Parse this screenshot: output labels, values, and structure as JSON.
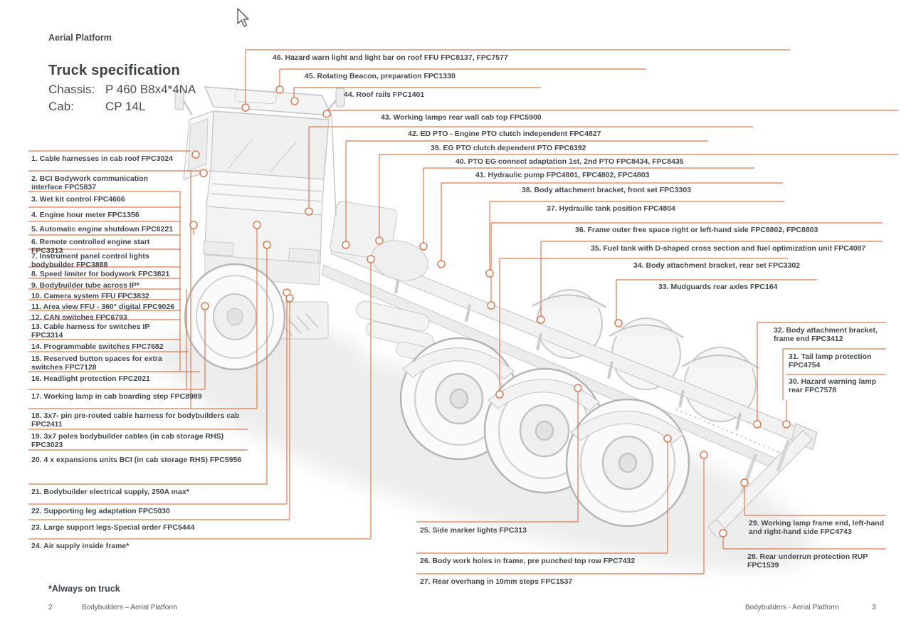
{
  "page": {
    "brand": "Aerial Platform",
    "title": "Truck specification",
    "chassis_label": "Chassis:",
    "chassis_value": "P 460 B8x4*4NA",
    "cab_label": "Cab:",
    "cab_value": "CP 14L",
    "footnote": "*Always on truck",
    "accent_color": "#e07a52",
    "text_color": "#43484c"
  },
  "footer": {
    "left_page": "2",
    "left_text": "Bodybuilders – Aerial Platform",
    "right_text": "Bodybuilders - Aerial Platform",
    "right_page": "3"
  },
  "icons": {
    "cursor": "mouse-arrow-pointer"
  },
  "callouts": {
    "1": "1. Cable harnesses in cab roof FPC3024",
    "2": "2. BCI Bodywork communication\ninterface FPC5837",
    "3": "3. Wet kit control FPC4666",
    "4": "4. Engine hour meter FPC1356",
    "5": "5. Automatic engine shutdown FPC6221",
    "6": "6. Remote controlled engine start\nFPC3313",
    "7": "7. Instrument panel control lights\nbodybuilder FPC3888",
    "8": "8. Speed limiter for bodywork FPC3821",
    "9": "9. Bodybuilder tube across IP*",
    "10": "10. Camera system FFU FPC3832",
    "11": "11. Area view FFU - 360° digital FPC9026",
    "12": "12. CAN switches FPC6793",
    "13": "13. Cable harness for switches IP\nFPC3314",
    "14": "14. Programmable switches FPC7682",
    "15": "15. Reserved button spaces for extra\nswitches FPC7128",
    "16": "16. Headlight protection FPC2021",
    "17": "17. Working lamp in cab boarding step FPC8989",
    "18": "18. 3x7- pin pre-routed cable harness for bodybuilders cab\nFPC2411",
    "19": "19. 3x7 poles bodybuilder cables (in cab storage RHS)\nFPC3023",
    "20": "20. 4 x expansions units BCI (in cab storage RHS) FPC5956",
    "21": "21. Bodybuilder electrical supply, 250A max*",
    "22": "22. Supporting leg adaptation FPC5030",
    "23": "23. Large support legs-Special order FPC5444",
    "24": "24. Air supply inside frame*",
    "25": "25. Side marker lights FPC313",
    "26": "26. Body work holes in frame, pre punched top row FPC7432",
    "27": "27. Rear overhang in 10mm steps FPC1537",
    "28": "28. Rear underrun protection RUP\nFPC1539",
    "29": "29. Working lamp frame end, left-hand\nand right-hand side FPC4743",
    "30": "30. Hazard warning lamp\nrear FPC7578",
    "31": "31. Tail lamp protection\nFPC4754",
    "32": "32. Body attachment bracket,\nframe end FPC3412",
    "33": "33. Mudguards rear axles FPC164",
    "34": "34. Body attachment bracket, rear set FPC3302",
    "35": "35. Fuel tank with D-shaped cross section and fuel optimization unit FPC4087",
    "36": "36. Frame outer free space right or left-hand side FPC8802, FPC8803",
    "37": "37. Hydraulic tank position FPC4804",
    "38": "38. Body attachment bracket, front set FPC3303",
    "39": "39. EG PTO clutch dependent PTO FPC6392",
    "40": "40. PTO EG connect adaptation 1st, 2nd PTO FPC8434, FPC8435",
    "41": "41. Hydraulic pump FPC4801, FPC4802, FPC4803",
    "42": "42. ED PTO - Engine PTO clutch independent FPC4827",
    "43": "43. Working lamps rear wall cab top FPC5900",
    "44": "44. Roof rails FPC1401",
    "45": "45. Rotating Beacon, preparation FPC1330",
    "46": "46. Hazard warn light and light bar on roof FFU FPC8137, FPC7577"
  }
}
